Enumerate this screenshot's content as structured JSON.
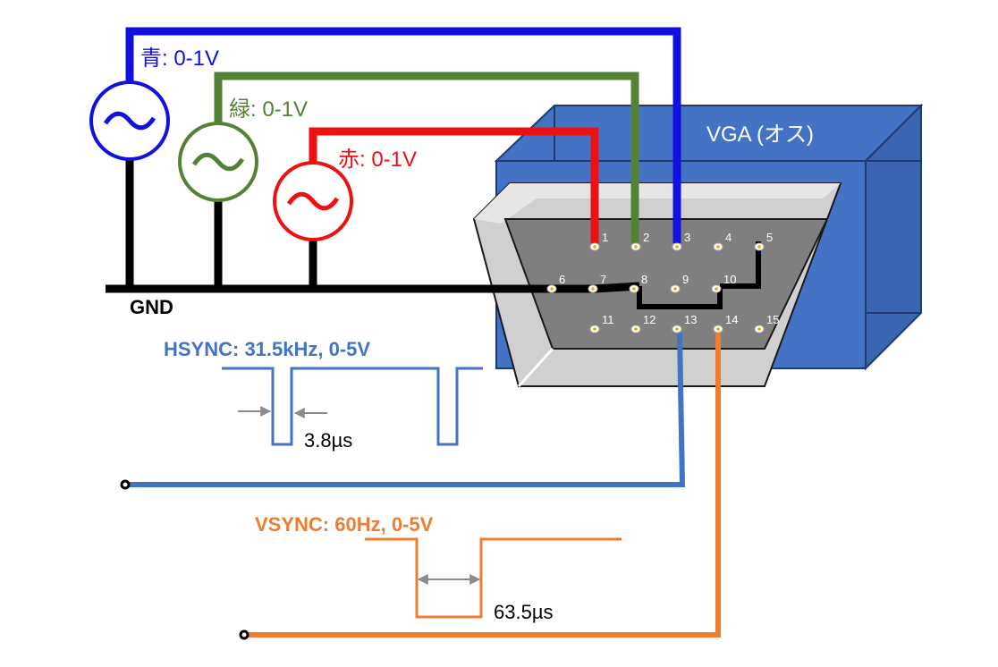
{
  "connector": {
    "title": "VGA (オス)",
    "pins": [
      "1",
      "2",
      "3",
      "4",
      "5",
      "6",
      "7",
      "8",
      "9",
      "10",
      "11",
      "12",
      "13",
      "14",
      "15"
    ]
  },
  "sources": {
    "blue": {
      "label": "青: 0-1V",
      "color": "#1010e0"
    },
    "green": {
      "label": "緑: 0-1V",
      "color": "#548235"
    },
    "red": {
      "label": "赤: 0-1V",
      "color": "#ee1111"
    }
  },
  "ground": {
    "label": "GND"
  },
  "hsync": {
    "label": "HSYNC: 31.5kHz, 0-5V",
    "pulse_width": "3.8µs",
    "color": "#4472c4"
  },
  "vsync": {
    "label": "VSYNC: 60Hz, 0-5V",
    "pulse_width": "63.5µs",
    "color": "#ed7d31"
  },
  "colors": {
    "connector_body": "#4472c4",
    "connector_face": "#d0d0d0",
    "connector_cavity": "#7f7f7f",
    "ground_wire": "#000000"
  }
}
